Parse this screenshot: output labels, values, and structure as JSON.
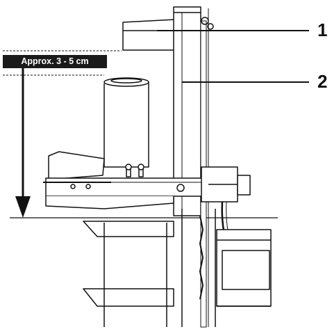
{
  "dimension_label": "Approx. 3 - 5 cm",
  "callouts": [
    {
      "number": "1"
    },
    {
      "number": "2"
    }
  ],
  "colors": {
    "line": "#111111",
    "background": "#ffffff",
    "label_bg": "#1a1a1a",
    "label_text": "#ffffff"
  }
}
